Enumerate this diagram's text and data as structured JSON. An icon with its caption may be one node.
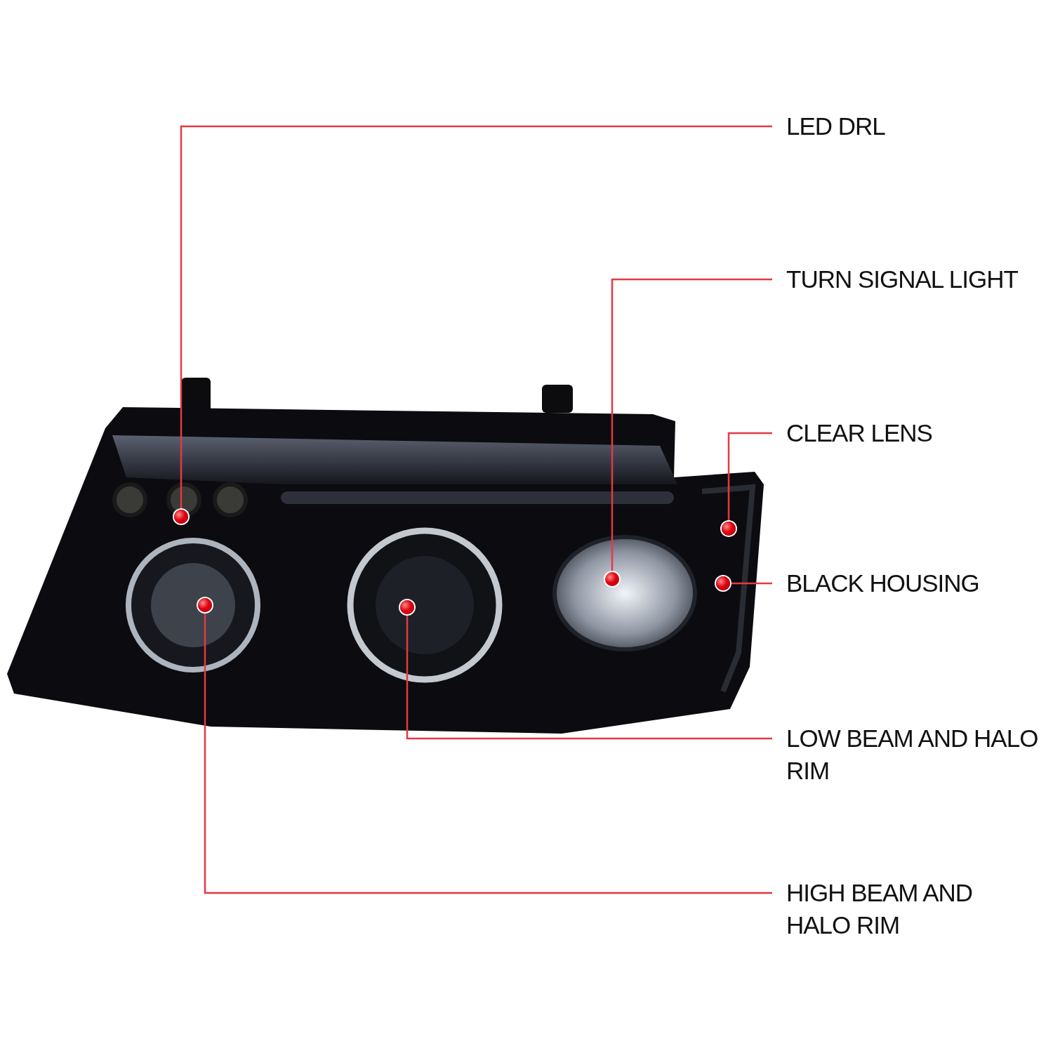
{
  "diagram": {
    "nodes": [
      {
        "text": [
          "LED DRL"
        ]
      },
      {
        "text": [
          "TURN SIGNAL LIGHT"
        ]
      },
      {
        "text": [
          "CLEAR LENS"
        ]
      },
      {
        "text": [
          "BLACK HOUSING"
        ]
      },
      {
        "text": [
          "LOW BEAM AND HALO RIM"
        ]
      },
      {
        "text": [
          "HIGH BEAM AND HALO RIM"
        ]
      },
      {
        "text": [],
        "shape": "circle"
      },
      {
        "text": [],
        "shape": "circle"
      },
      {
        "text": [],
        "shape": "circle"
      },
      {
        "text": [],
        "shape": "circle"
      },
      {
        "text": [],
        "shape": "circle"
      },
      {
        "text": [],
        "shape": "circle"
      }
    ],
    "edges": [
      {
        "from": 0,
        "to": 6,
        "arrow": "none"
      },
      {
        "from": 1,
        "to": 7,
        "arrow": "none"
      },
      {
        "from": 2,
        "to": 8,
        "arrow": "none"
      },
      {
        "from": 3,
        "to": 9,
        "arrow": "none"
      },
      {
        "from": 4,
        "to": 10,
        "arrow": "none"
      },
      {
        "from": 5,
        "to": 11,
        "arrow": "none"
      }
    ]
  }
}
